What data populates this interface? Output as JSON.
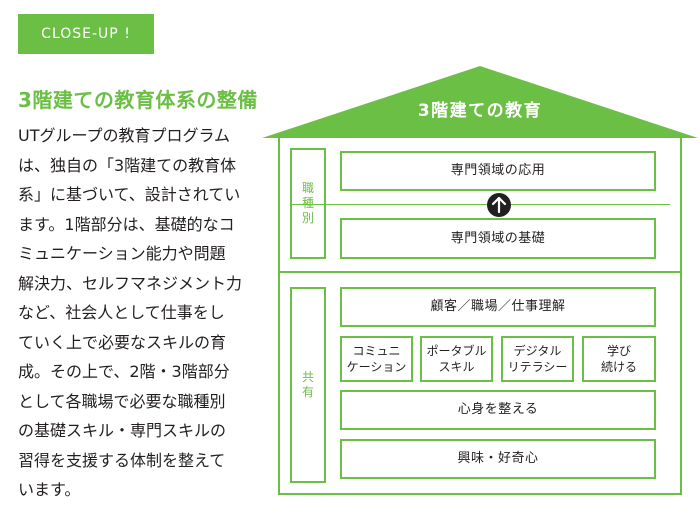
{
  "badge": "CLOSE-UP !",
  "heading": "3階建ての教育体系の整備",
  "body_lines": [
    "UTグループの教育プログラム",
    "は、独自の「3階建ての教育体",
    "系」に基づいて、設計されてい",
    "ます。1階部分は、基礎的なコ",
    "ミュニケーション能力や問題",
    "解決力、セルフマネジメント力",
    "など、社会人として仕事をし",
    "ていく上で必要なスキルの育",
    "成。その上で、2階・3階部分",
    "として各職場で必要な職種別",
    "の基礎スキル・専門スキルの",
    "習得を支援する体制を整えて",
    "います。"
  ],
  "diagram": {
    "roof_title": "3階建ての教育",
    "upper_group": {
      "label": [
        "職",
        "種",
        "別"
      ],
      "box_top": "専門領域の応用",
      "box_bottom": "専門領域の基礎"
    },
    "lower_group": {
      "label": [
        "共",
        "有"
      ],
      "row1": "顧客／職場／仕事理解",
      "row2": [
        [
          "コミュニ",
          "ケーション"
        ],
        [
          "ポータブル",
          "スキル"
        ],
        [
          "デジタル",
          "リテラシー"
        ],
        [
          "学び",
          "続ける"
        ]
      ],
      "row3": "心身を整える",
      "row4": "興味・好奇心"
    },
    "arrow_icon": "arrow-up-icon"
  },
  "colors": {
    "accent": "#6cbf45",
    "text": "#231f20",
    "arrow_bg": "#231f20"
  }
}
